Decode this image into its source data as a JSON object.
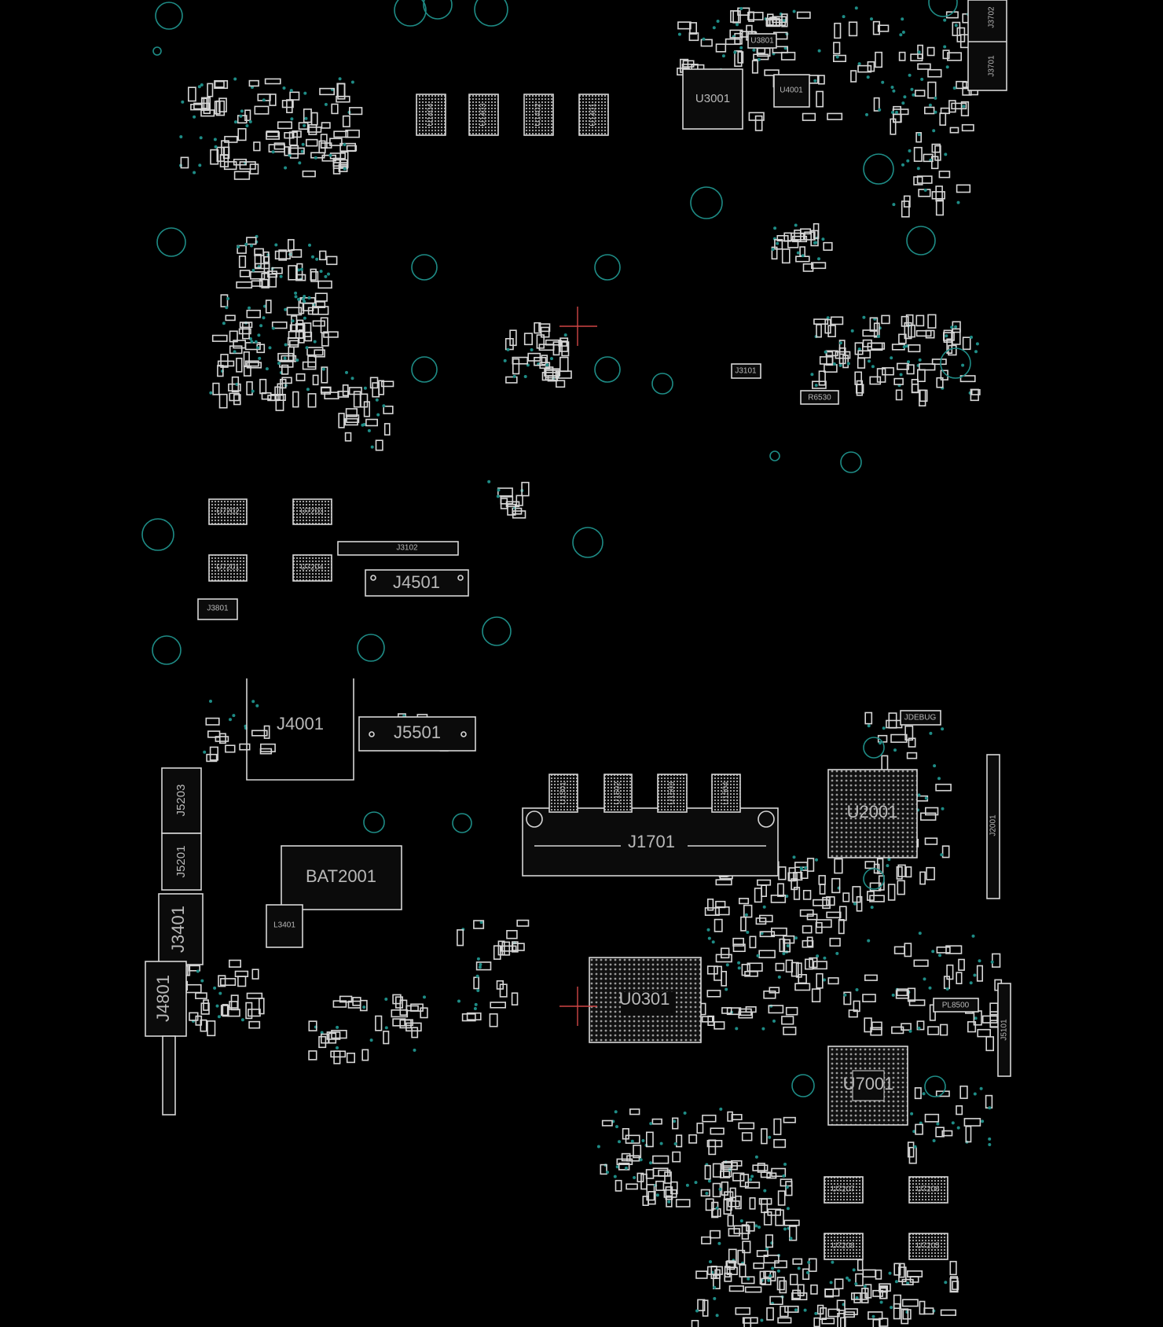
{
  "board": {
    "colors": {
      "background": "#000000",
      "outline": "#d6d6d6",
      "via": "#1e8c86",
      "label": "#b9b9b9",
      "crosshair": "#d04646"
    },
    "designators": {
      "U3001": "U3001",
      "U4001": "U4001",
      "U3801": "U3801",
      "U1404": "U1404",
      "U1403": "U1403",
      "U1402": "U1402",
      "U1401": "U1401",
      "J3702": "J3702",
      "J3701": "J3701",
      "J3101": "J3101",
      "R6530": "R6530",
      "U7202": "U7202",
      "U7203": "U7203",
      "U7201": "U7201",
      "U7204": "U7204",
      "J3102": "J3102",
      "J4501": "J4501",
      "J3801": "J3801",
      "J4001": "J4001",
      "J5501": "J5501",
      "J5203": "J5203",
      "J5201": "J5201",
      "J3401": "J3401",
      "J4801": "J4801",
      "BAT2001": "BAT2001",
      "L3401": "L3401",
      "J1701": "J1701",
      "U1501": "U1501",
      "U1502": "U1502",
      "U1503": "U1503",
      "U1504": "U1504",
      "U2001": "U2001",
      "U0301": "U0301",
      "U7001": "U7001",
      "JDEBUG": "JDEBUG",
      "PL8500": "PL8500",
      "J5101": "J5101",
      "J2001": "J2001",
      "U7207": "U7207",
      "U7206": "U7206",
      "U7208": "U7208",
      "U7205": "U7205"
    }
  }
}
